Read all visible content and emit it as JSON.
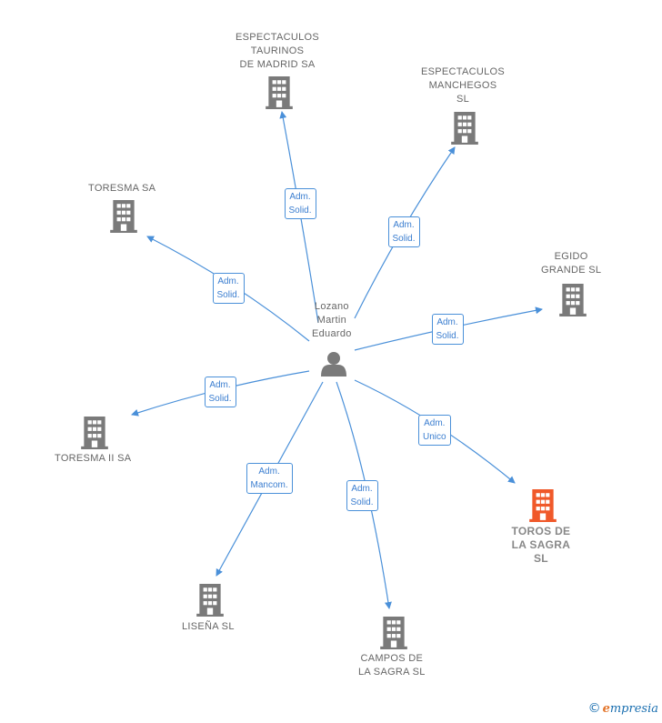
{
  "center": {
    "label": "Lozano\nMartin\nEduardo",
    "icon": "person-icon"
  },
  "nodes": [
    {
      "id": "espectaculos-taurinos",
      "label": "ESPECTACULOS\nTAURINOS\nDE MADRID SA",
      "icon": "building-icon"
    },
    {
      "id": "espectaculos-manchegos",
      "label": "ESPECTACULOS\nMANCHEGOS\nSL",
      "icon": "building-icon"
    },
    {
      "id": "toresma",
      "label": "TORESMA SA",
      "icon": "building-icon"
    },
    {
      "id": "egido-grande",
      "label": "EGIDO\nGRANDE SL",
      "icon": "building-icon"
    },
    {
      "id": "toresma-ii",
      "label": "TORESMA II SA",
      "icon": "building-icon"
    },
    {
      "id": "toros-sagra",
      "label": "TOROS DE\nLA SAGRA\nSL",
      "icon": "building-icon",
      "highlight": true
    },
    {
      "id": "lisena",
      "label": "LISEÑA SL",
      "icon": "building-icon"
    },
    {
      "id": "campos-sagra",
      "label": "CAMPOS DE\nLA SAGRA  SL",
      "icon": "building-icon"
    }
  ],
  "edges": [
    {
      "to": "espectaculos-taurinos",
      "label": "Adm.\nSolid."
    },
    {
      "to": "espectaculos-manchegos",
      "label": "Adm.\nSolid."
    },
    {
      "to": "toresma",
      "label": "Adm.\nSolid."
    },
    {
      "to": "egido-grande",
      "label": "Adm.\nSolid."
    },
    {
      "to": "toresma-ii",
      "label": "Adm.\nSolid."
    },
    {
      "to": "toros-sagra",
      "label": "Adm.\nUnico"
    },
    {
      "to": "lisena",
      "label": "Adm.\nMancom."
    },
    {
      "to": "campos-sagra",
      "label": "Adm.\nSolid."
    }
  ],
  "colors": {
    "edge": "#4a90d9",
    "building": "#7a7a7a",
    "highlight": "#f0592a",
    "person": "#7a7a7a"
  },
  "footer": {
    "copyright": "©",
    "brand_e": "e",
    "brand_rest": "mpresia"
  }
}
